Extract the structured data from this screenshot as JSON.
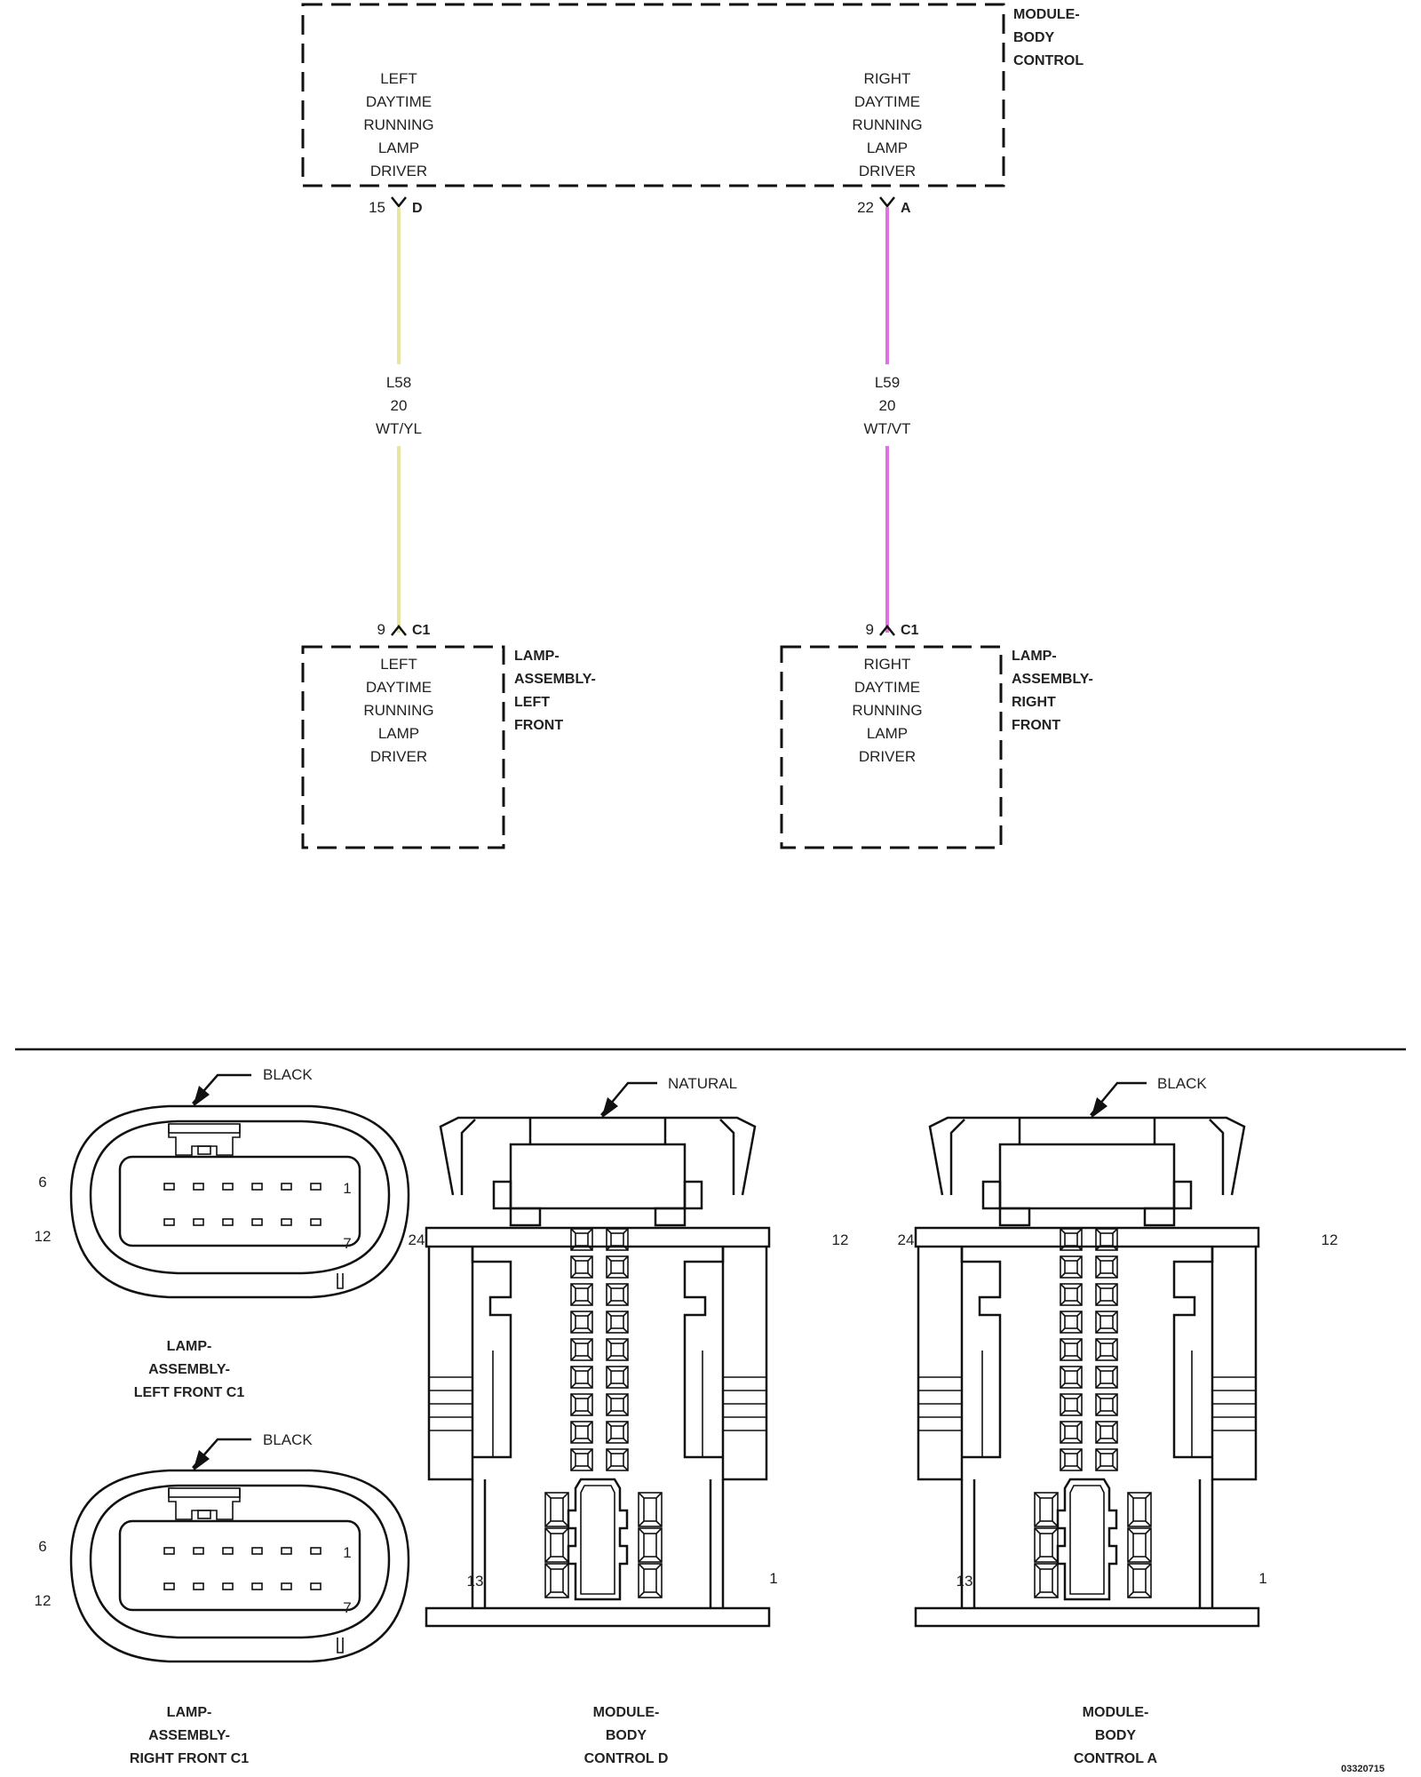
{
  "colors": {
    "wire_wt_yl": "#e4e6a2",
    "wire_wt_vt": "#e070e0",
    "line": "#111111"
  },
  "module_body_control": {
    "title": [
      "MODULE-",
      "BODY",
      "CONTROL"
    ],
    "left_function": [
      "LEFT",
      "DAYTIME",
      "RUNNING",
      "LAMP",
      "DRIVER"
    ],
    "right_function": [
      "RIGHT",
      "DAYTIME",
      "RUNNING",
      "LAMP",
      "DRIVER"
    ],
    "left_pin": "15",
    "left_connector": "D",
    "right_pin": "22",
    "right_connector": "A"
  },
  "wires": [
    {
      "circuit": "L58",
      "gauge": "20",
      "color": "WT/YL"
    },
    {
      "circuit": "L59",
      "gauge": "20",
      "color": "WT/VT"
    }
  ],
  "lamp_left": {
    "title": [
      "LAMP-",
      "ASSEMBLY-",
      "LEFT",
      "FRONT"
    ],
    "function": [
      "LEFT",
      "DAYTIME",
      "RUNNING",
      "LAMP",
      "DRIVER"
    ],
    "pin": "9",
    "connector": "C1"
  },
  "lamp_right": {
    "title": [
      "LAMP-",
      "ASSEMBLY-",
      "RIGHT",
      "FRONT"
    ],
    "function": [
      "RIGHT",
      "DAYTIME",
      "RUNNING",
      "LAMP",
      "DRIVER"
    ],
    "pin": "9",
    "connector": "C1"
  },
  "connector_views": {
    "lamp_left_c1": {
      "color": "BLACK",
      "pins": {
        "top_left": "6",
        "top_right": "1",
        "bottom_left": "12",
        "bottom_right": "7"
      },
      "caption": [
        "LAMP-",
        "ASSEMBLY-",
        "LEFT FRONT C1"
      ]
    },
    "lamp_right_c1": {
      "color": "BLACK",
      "pins": {
        "top_left": "6",
        "top_right": "1",
        "bottom_left": "12",
        "bottom_right": "7"
      },
      "caption": [
        "LAMP-",
        "ASSEMBLY-",
        "RIGHT FRONT C1"
      ]
    },
    "bcm_d": {
      "color": "NATURAL",
      "pins": {
        "top_left": "24",
        "top_right": "12",
        "bottom_left": "13",
        "bottom_right": "1"
      },
      "caption": [
        "MODULE-",
        "BODY",
        "CONTROL D"
      ]
    },
    "bcm_a": {
      "color": "BLACK",
      "pins": {
        "top_left": "24",
        "top_right": "12",
        "bottom_left": "13",
        "bottom_right": "1"
      },
      "caption": [
        "MODULE-",
        "BODY",
        "CONTROL A"
      ]
    }
  },
  "figure_id": "03320715"
}
